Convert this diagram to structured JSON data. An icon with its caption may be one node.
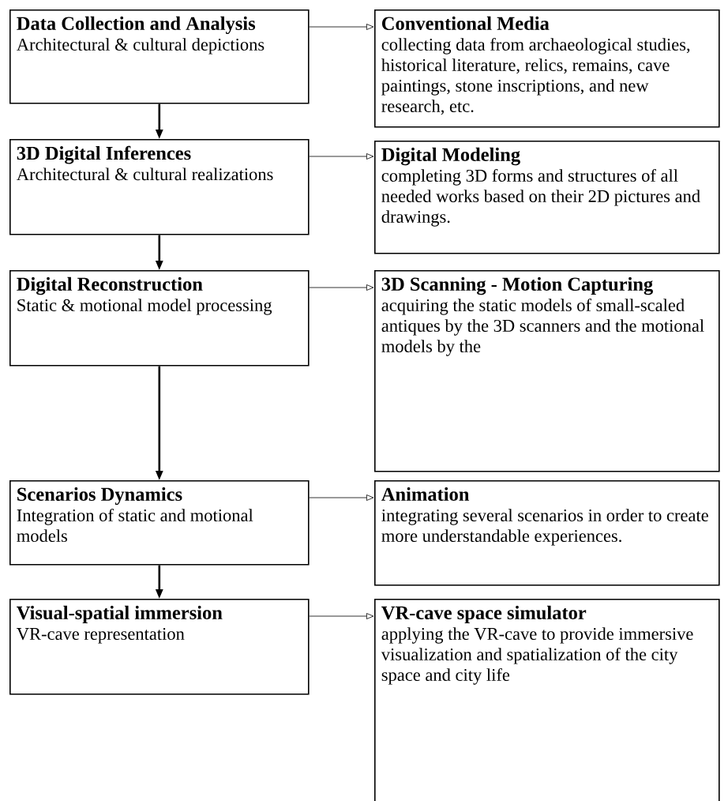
{
  "diagram": {
    "nodes": [
      {
        "text": [
          "Data Collection and Analysis",
          "Architectural & cultural depictions"
        ]
      },
      {
        "text": [
          "Conventional Media",
          "collecting data from archaeological studies, historical literature, relics, remains, cave paintings, stone inscriptions, and new research, etc."
        ]
      },
      {
        "text": [
          "3D Digital Inferences",
          "Architectural & cultural realizations"
        ]
      },
      {
        "text": [
          "Digital Modeling",
          "completing 3D forms and structures of all needed works based on their 2D pictures and drawings."
        ]
      },
      {
        "text": [
          "Digital Reconstruction",
          "Static & motional model processing"
        ]
      },
      {
        "text": [
          "3D Scanning - Motion Capturing",
          "acquiring the static models of small-scaled antiques by the 3D scanners and the motional models by the"
        ]
      },
      {
        "text": [
          "Scenarios Dynamics",
          "Integration of static and motional models"
        ]
      },
      {
        "text": [
          "Animation",
          "integrating several scenarios in order to create more understandable experiences."
        ]
      },
      {
        "text": [
          "Visual-spatial immersion",
          "VR-cave representation"
        ]
      },
      {
        "text": [
          "VR-cave space simulator",
          "applying the VR-cave to provide immersive visualization and spatialization of the city space and city life"
        ]
      }
    ],
    "edges": [
      {
        "from": 0,
        "to": 1,
        "arrow": "to"
      },
      {
        "from": 0,
        "to": 2,
        "arrow": "to",
        "style": "thick"
      },
      {
        "from": 2,
        "to": 3,
        "arrow": "to"
      },
      {
        "from": 2,
        "to": 4,
        "arrow": "to",
        "style": "thick"
      },
      {
        "from": 4,
        "to": 5,
        "arrow": "to"
      },
      {
        "from": 4,
        "to": 6,
        "arrow": "to",
        "style": "thick"
      },
      {
        "from": 6,
        "to": 7,
        "arrow": "to"
      },
      {
        "from": 6,
        "to": 8,
        "arrow": "to",
        "style": "thick"
      },
      {
        "from": 8,
        "to": 9,
        "arrow": "to"
      }
    ]
  }
}
